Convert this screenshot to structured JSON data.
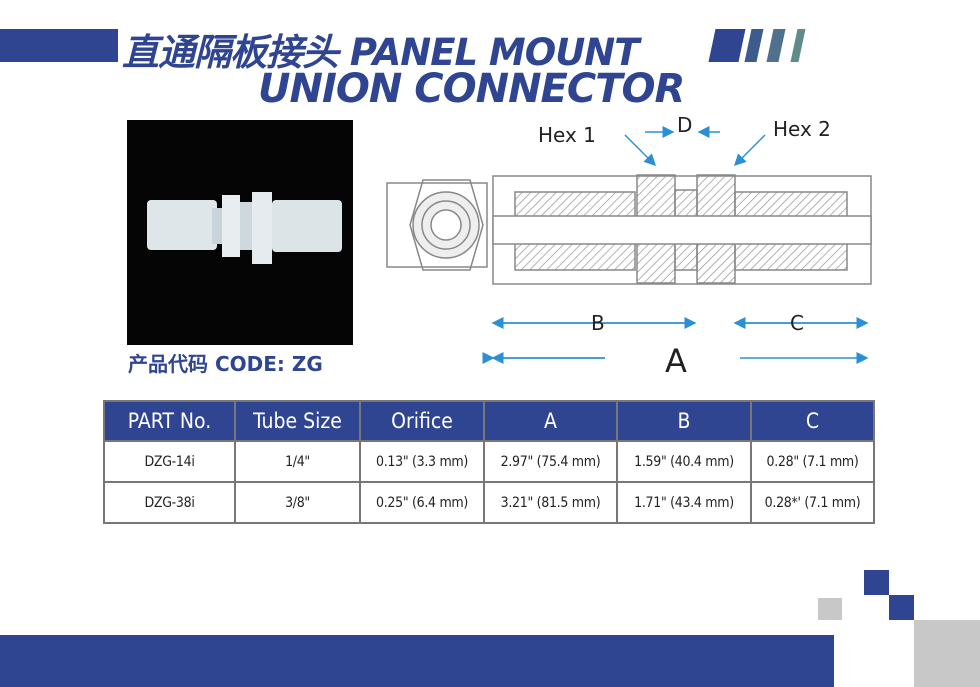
{
  "title": {
    "line1": "直通隔板接头  PANEL MOUNT",
    "line2": "UNION CONNECTOR"
  },
  "product_code": "产品代码 CODE: ZG",
  "diagram": {
    "labels": {
      "hex1": "Hex 1",
      "hex2": "Hex 2",
      "d": "D",
      "b": "B",
      "c": "C",
      "a": "A"
    }
  },
  "table": {
    "headers": [
      "PART No.",
      "Tube Size",
      "Orifice",
      "A",
      "B",
      "C"
    ],
    "rows": [
      [
        "DZG-14i",
        "1/4\"",
        "0.13\" (3.3 mm)",
        "2.97\" (75.4 mm)",
        "1.59\" (40.4 mm)",
        "0.28\" (7.1 mm)"
      ],
      [
        "DZG-38i",
        "3/8\"",
        "0.25\" (6.4 mm)",
        "3.21\" (81.5 mm)",
        "1.71\" (43.4 mm)",
        "0.28*' (7.1 mm)"
      ]
    ]
  },
  "colors": {
    "brand": "#2f4591",
    "accent": "#2b8fd6"
  }
}
